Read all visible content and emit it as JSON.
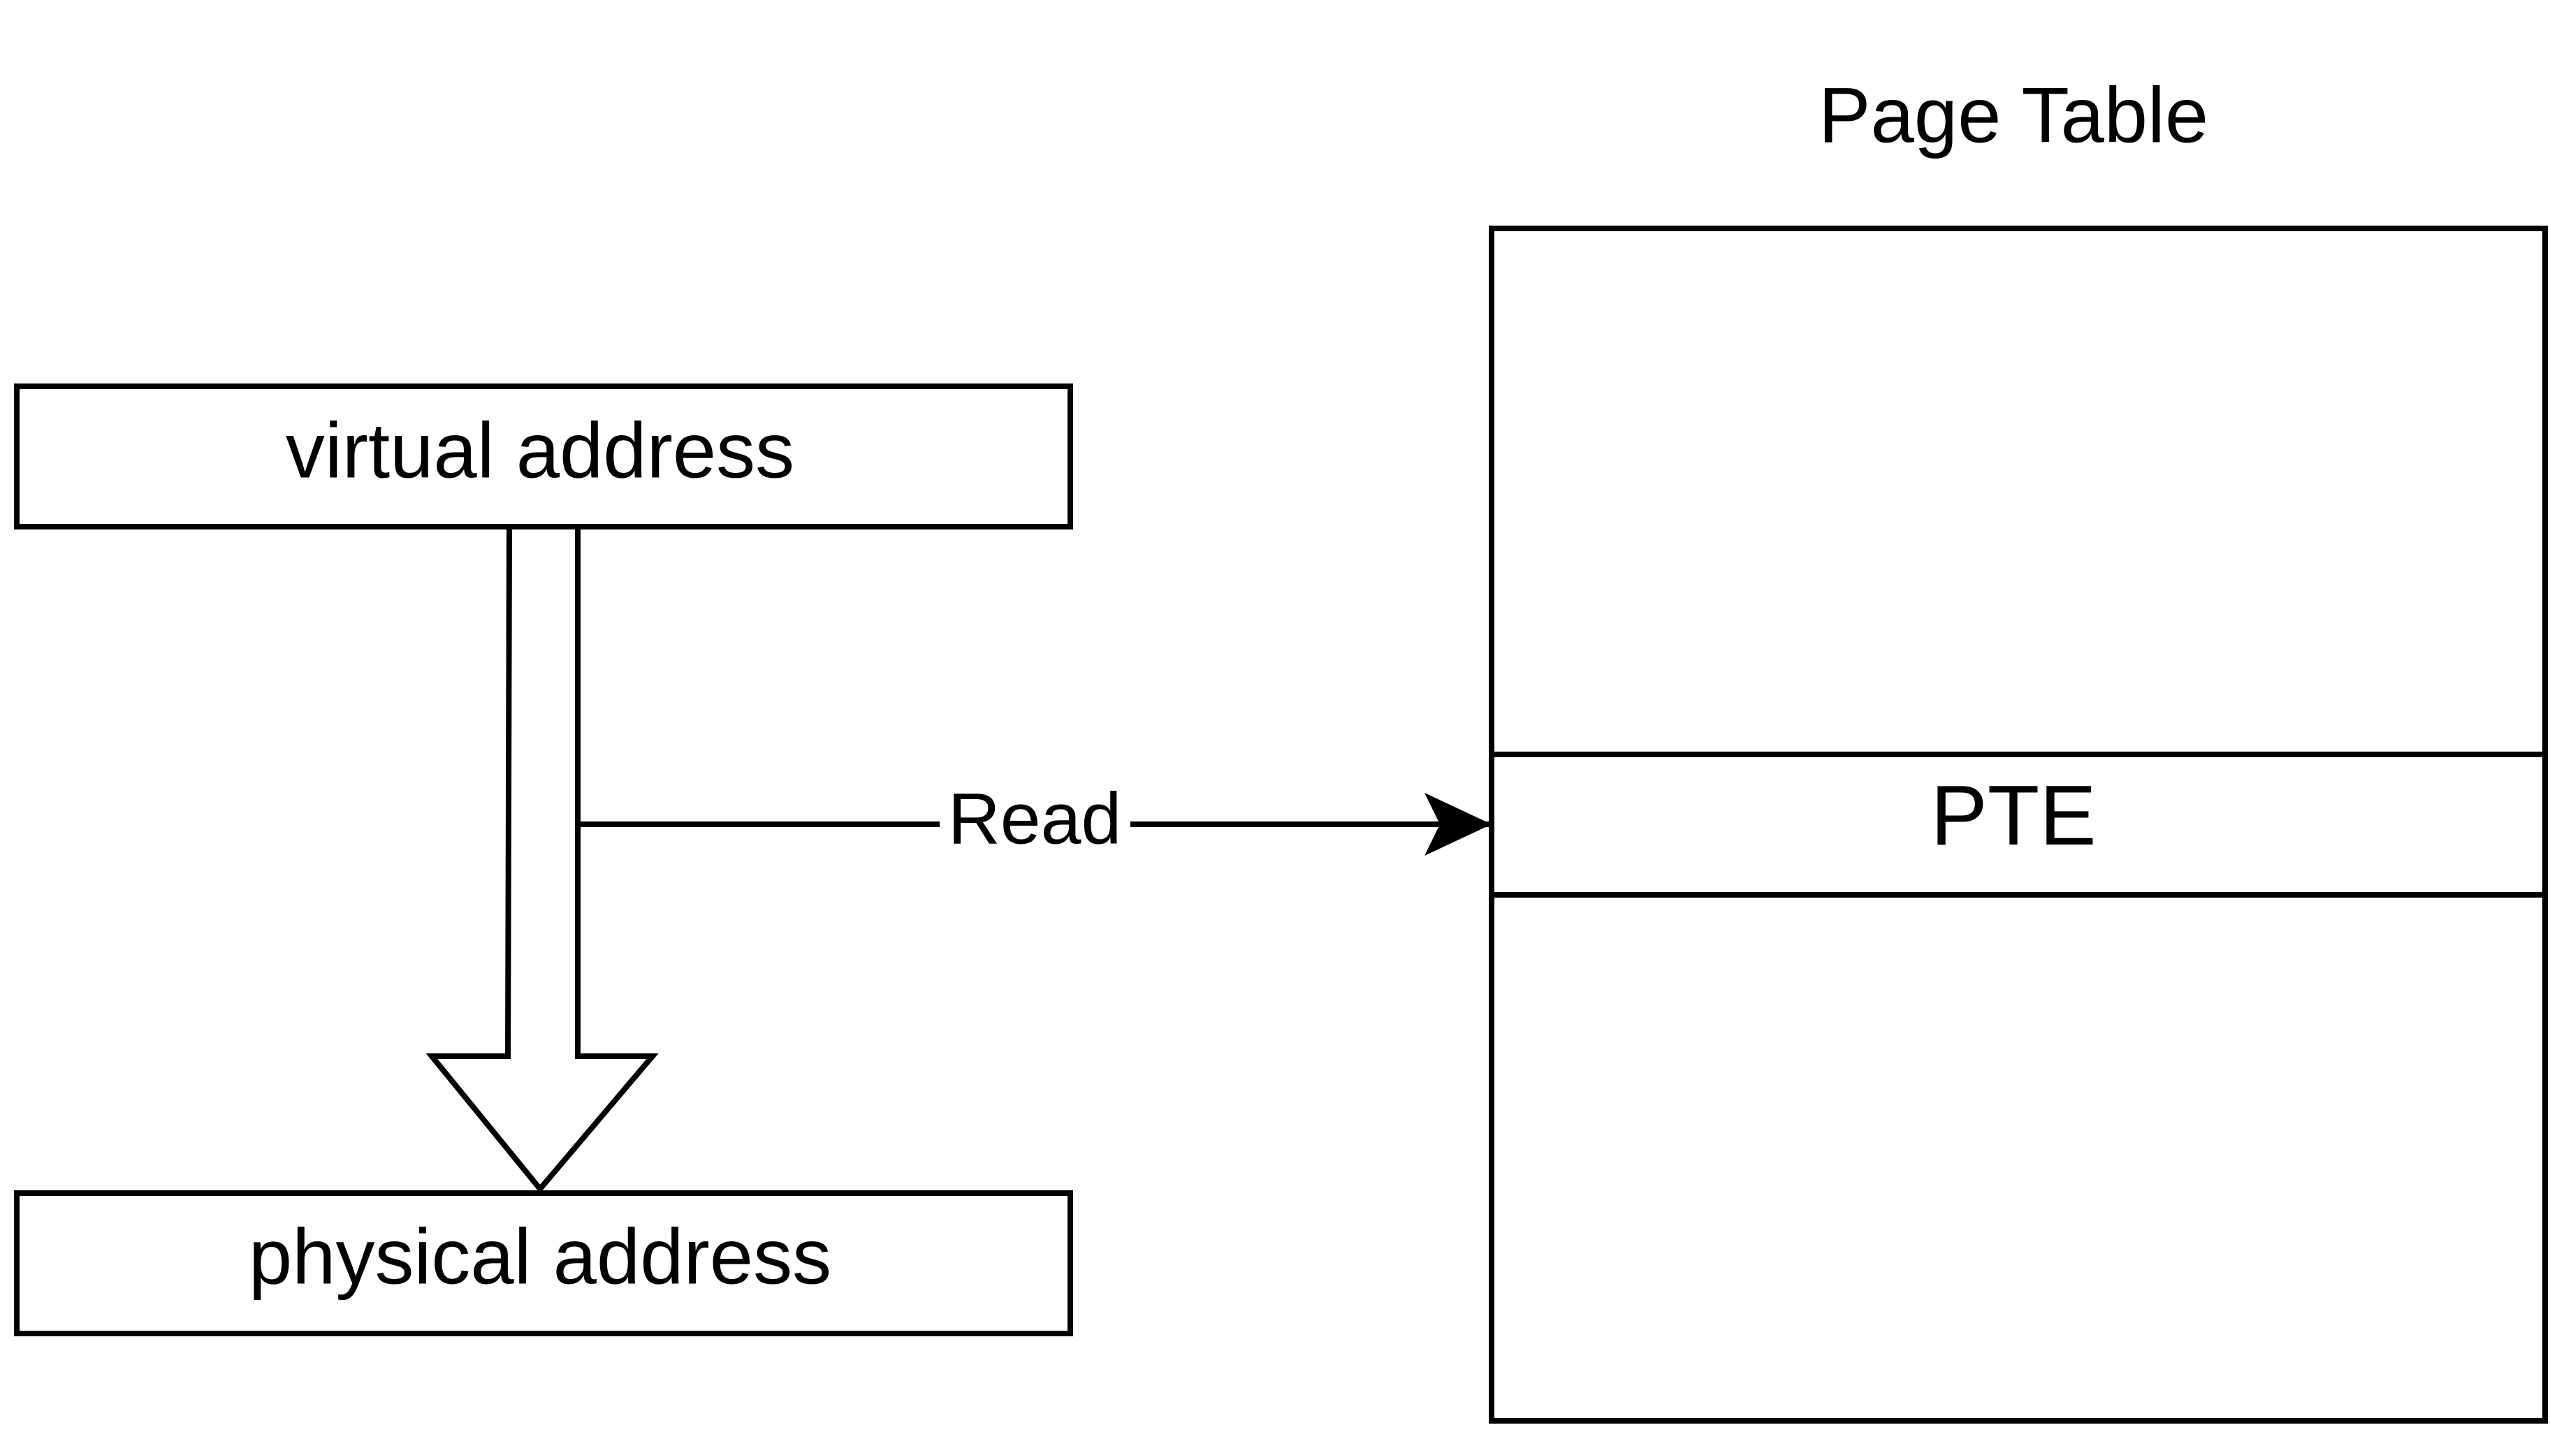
{
  "diagram": {
    "page_table_title": "Page Table",
    "virtual_address_label": "virtual address",
    "physical_address_label": "physical address",
    "pte_label": "PTE",
    "read_label": "Read"
  },
  "colors": {
    "stroke": "#000000",
    "background": "#ffffff"
  }
}
